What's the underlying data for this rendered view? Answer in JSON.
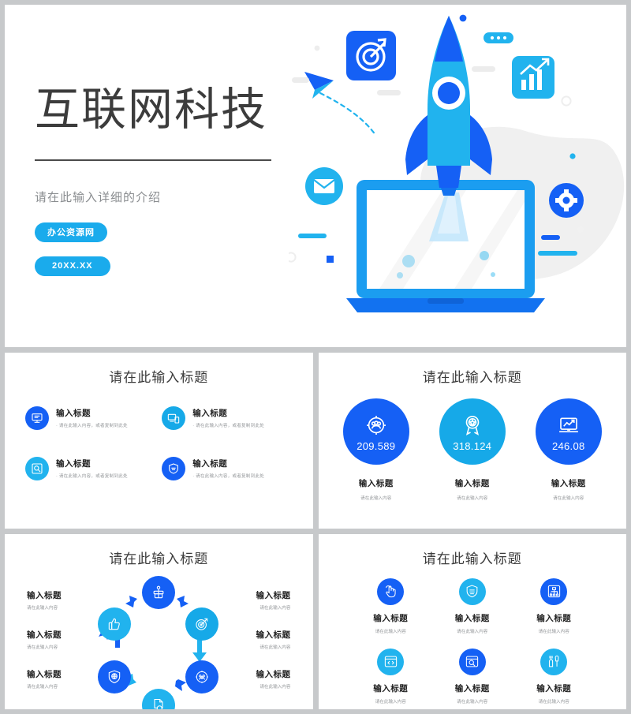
{
  "theme": {
    "deep_blue": "#1560F5",
    "blue": "#1976F7",
    "cyan": "#16A9E8",
    "light_cyan": "#21B3EE",
    "page_bg": "#c7c9cb",
    "slide_bg": "#ffffff",
    "title_gray": "#3c3c3c",
    "body_gray": "#96999c"
  },
  "hero": {
    "title": "互联网科技",
    "subtitle": "请在此输入详细的介绍",
    "pill_brand": "办公资源网",
    "pill_date": "20XX.XX",
    "illustration": {
      "name": "rocket-launch-from-laptop",
      "elements": [
        "rocket-icon",
        "laptop-icon",
        "target-icon",
        "email-icon",
        "paper-plane-icon",
        "chart-bar-icon",
        "gear-icon",
        "dots-pill-icon"
      ]
    }
  },
  "slide_features": {
    "title": "请在此输入标题",
    "items": [
      {
        "icon": "presentation-screen-icon",
        "color": "#1560F5",
        "heading": "输入标题",
        "body": "请在此输入内容，或者复制到此处"
      },
      {
        "icon": "devices-icon",
        "color": "#16A9E8",
        "heading": "输入标题",
        "body": "请在此输入内容，或者复制到此处"
      },
      {
        "icon": "search-box-icon",
        "color": "#21B3EE",
        "heading": "输入标题",
        "body": "请在此输入内容，或者复制到此处"
      },
      {
        "icon": "shield-icon",
        "color": "#1560F5",
        "heading": "输入标题",
        "body": "请在此输入内容，或者复制到此处"
      }
    ]
  },
  "slide_stats": {
    "title": "请在此输入标题",
    "items": [
      {
        "icon": "audience-target-icon",
        "color": "#1560F5",
        "value": "209.589",
        "heading": "输入标题",
        "body": "请在此输入内容"
      },
      {
        "icon": "award-ribbon-icon",
        "color": "#16A9E8",
        "value": "318.124",
        "heading": "输入标题",
        "body": "请在此输入内容"
      },
      {
        "icon": "laptop-growth-icon",
        "color": "#1560F5",
        "value": "246.08",
        "heading": "输入标题",
        "body": "请在此输入内容"
      }
    ]
  },
  "slide_cycle": {
    "title": "请在此输入标题",
    "left_items": [
      {
        "heading": "输入标题",
        "body": "请在此输入内容"
      },
      {
        "heading": "输入标题",
        "body": "请在此输入内容"
      },
      {
        "heading": "输入标题",
        "body": "请在此输入内容"
      }
    ],
    "right_items": [
      {
        "heading": "输入标题",
        "body": "请在此输入内容"
      },
      {
        "heading": "输入标题",
        "body": "请在此输入内容"
      },
      {
        "heading": "输入标题",
        "body": "请在此输入内容"
      }
    ],
    "nodes": [
      {
        "icon": "gift-person-icon",
        "color": "#1560F5"
      },
      {
        "icon": "target-icon",
        "color": "#16A9E8"
      },
      {
        "icon": "network-target-icon",
        "color": "#1560F5"
      },
      {
        "icon": "document-search-icon",
        "color": "#21B3EE"
      },
      {
        "icon": "shield-globe-icon",
        "color": "#1560F5"
      },
      {
        "icon": "thumbs-up-icon",
        "color": "#21B3EE"
      }
    ]
  },
  "slide_tiles": {
    "title": "请在此输入标题",
    "items": [
      {
        "icon": "hand-click-icon",
        "color": "#1560F5",
        "heading": "输入标题",
        "body": "请在此输入内容"
      },
      {
        "icon": "shield-icon",
        "color": "#21B3EE",
        "heading": "输入标题",
        "body": "请在此输入内容"
      },
      {
        "icon": "sitemap-box-icon",
        "color": "#1560F5",
        "heading": "输入标题",
        "body": "请在此输入内容"
      },
      {
        "icon": "code-window-icon",
        "color": "#21B3EE",
        "heading": "输入标题",
        "body": "请在此输入内容"
      },
      {
        "icon": "search-box-icon",
        "color": "#1560F5",
        "heading": "输入标题",
        "body": "请在此输入内容"
      },
      {
        "icon": "gears-tools-icon",
        "color": "#21B3EE",
        "heading": "输入标题",
        "body": "请在此输入内容"
      }
    ]
  }
}
